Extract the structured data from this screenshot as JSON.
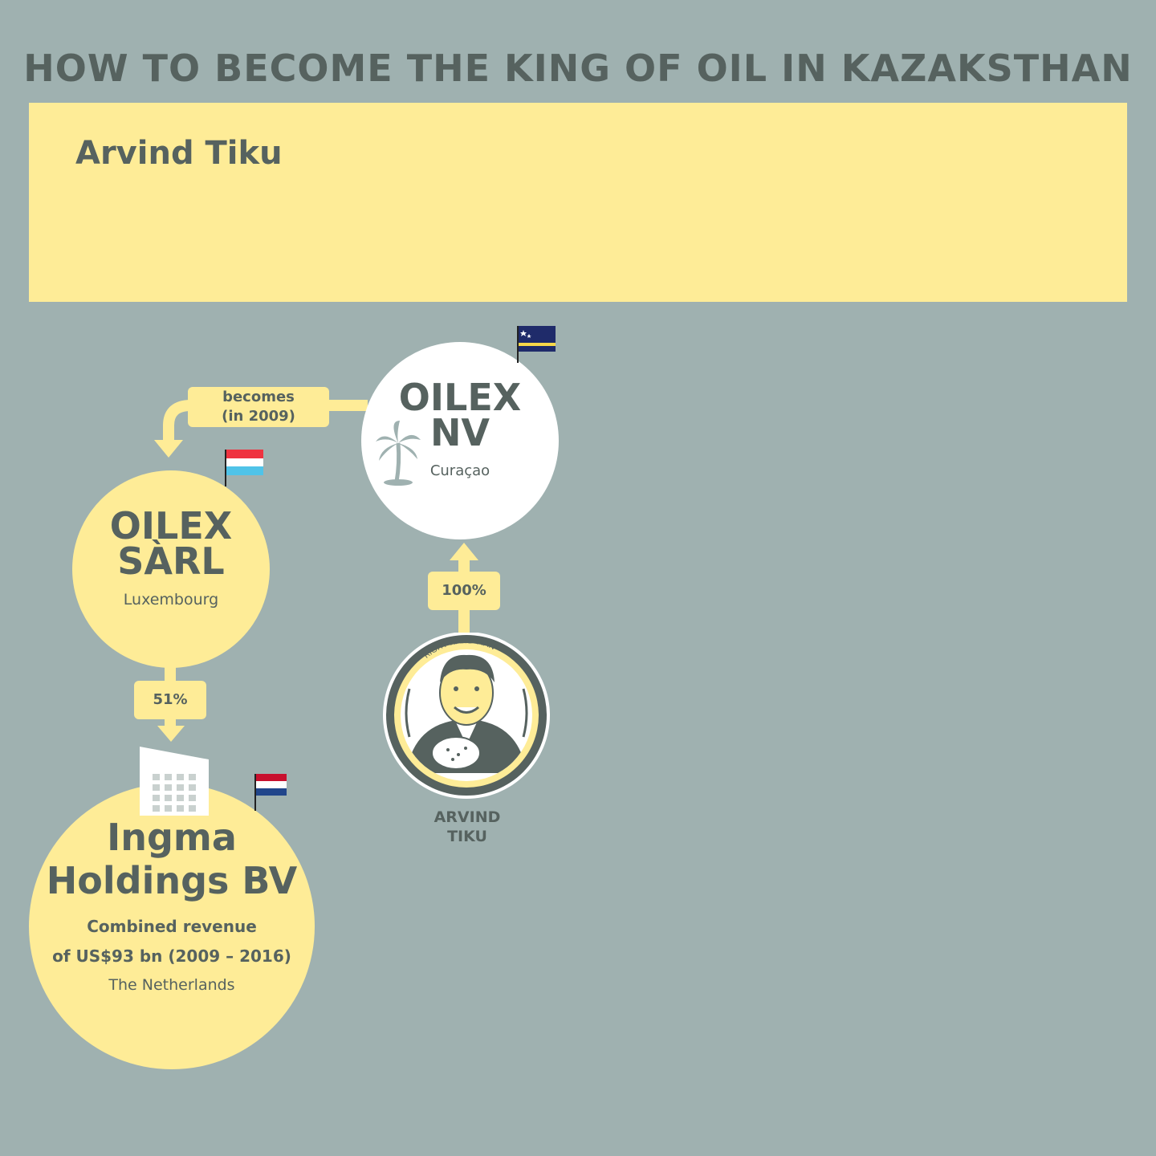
{
  "title": "HOW TO BECOME THE KING OF OIL IN KAZAKSTHAN",
  "banner": {
    "name": "Arvind Tiku"
  },
  "colors": {
    "background": "#9fb1b0",
    "yellow": "#feec97",
    "text": "#56625f",
    "white": "#ffffff"
  },
  "nodes": {
    "oilex_nv": {
      "line1": "OILEX",
      "line2": "NV",
      "country": "Curaçao",
      "flag": "curacao-flag-icon"
    },
    "oilex_sarl": {
      "line1": "OILEX",
      "line2": "SÀRL",
      "country": "Luxembourg",
      "flag": "luxembourg-flag-icon"
    },
    "ingma": {
      "line1": "Ingma",
      "line2": "Holdings BV",
      "revenue_line1": "Combined revenue",
      "revenue_line2": "of US$93 bn (2009 – 2016)",
      "country": "The Netherlands",
      "flag": "netherlands-flag-icon"
    }
  },
  "edges": {
    "becomes": {
      "line1": "becomes",
      "line2": "(in 2009)"
    },
    "ownership_nv": {
      "label": "100%"
    },
    "ownership_sarl": {
      "label": "51%"
    }
  },
  "person": {
    "badge": "RIGHT-HAND MAN",
    "name_line1": "ARVIND",
    "name_line2": "TIKU"
  }
}
